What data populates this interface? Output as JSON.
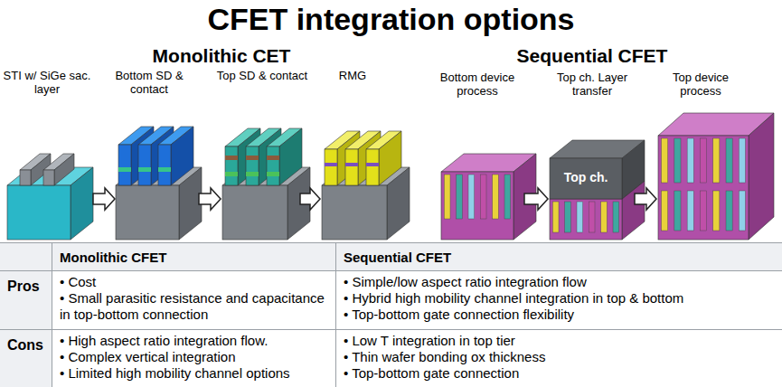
{
  "diagram": {
    "title": "CFET integration options",
    "labels": [
      "Monolithic CET",
      "Sequential CFET",
      "STI w/ SiGe sac. layer",
      "Bottom SD & contact",
      "Top SD & contact",
      "RMG",
      "Bottom device process",
      "Top ch. Layer transfer",
      "Top device process",
      "Top ch.",
      "Monolithic CFET",
      "Sequential CFET",
      "Pros",
      "• Cost",
      "• Small parasitic resistance and capacitance in top-bottom connection",
      "• Simple/low aspect ratio integration flow",
      "• Hybrid high mobility channel integration in top & bottom",
      "• Top-bottom gate connection flexibility",
      "Cons",
      "• High aspect ratio integration flow.",
      "• Complex vertical integration",
      "• Limited high mobility channel options",
      "• Low T integration in top tier",
      "• Thin wafer bonding ox thickness",
      "• Top-bottom gate connection"
    ]
  }
}
